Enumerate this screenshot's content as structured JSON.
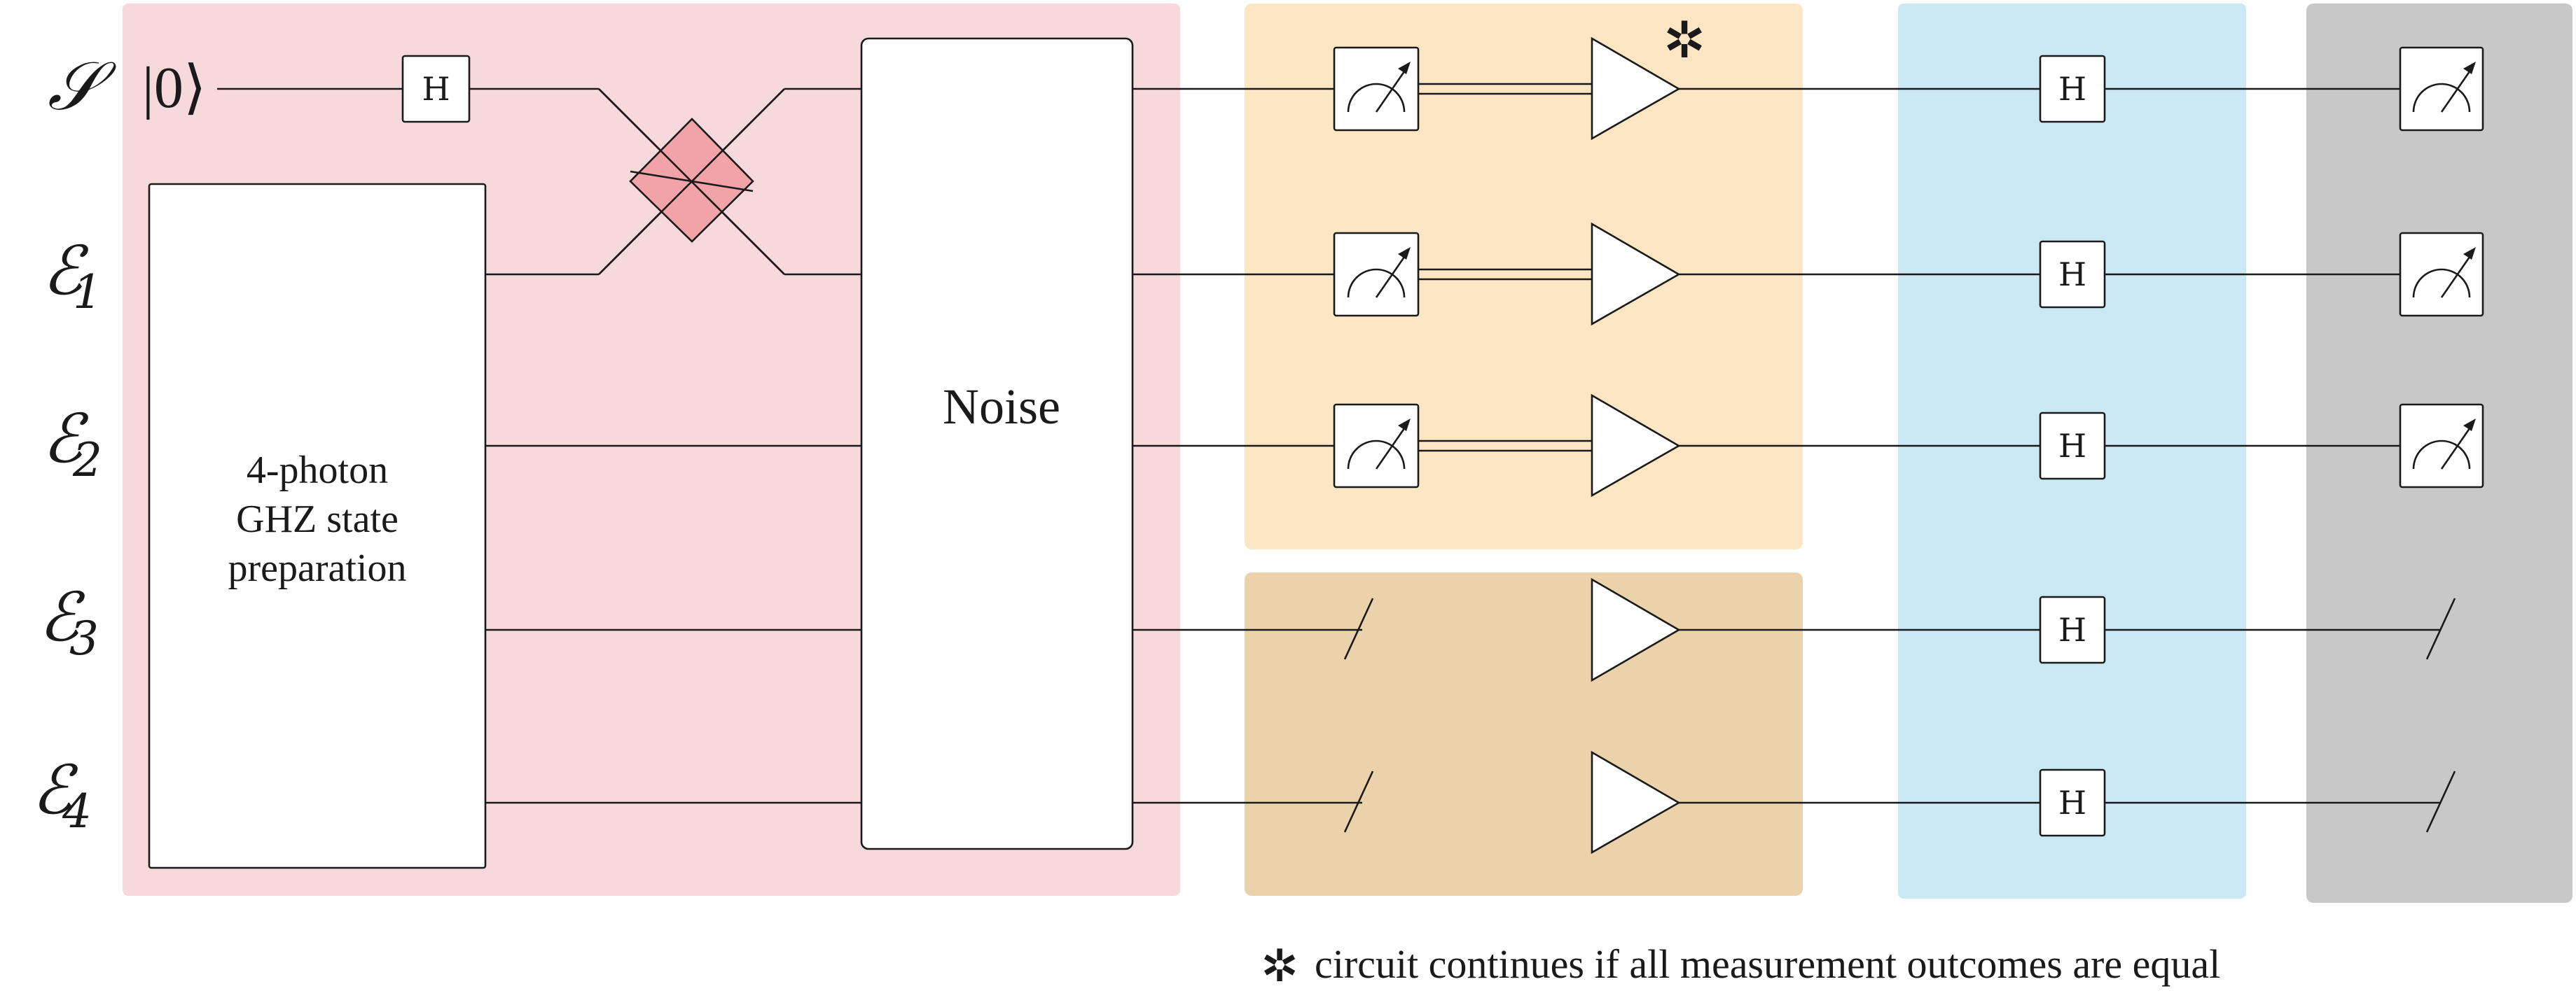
{
  "diagram": {
    "qubits": [
      {
        "symbol": "𝒮",
        "subscript": ""
      },
      {
        "symbol": "ℰ",
        "subscript": "1"
      },
      {
        "symbol": "ℰ",
        "subscript": "2"
      },
      {
        "symbol": "ℰ",
        "subscript": "3"
      },
      {
        "symbol": "ℰ",
        "subscript": "4"
      }
    ],
    "ket": "|0⟩",
    "hadamard_label": "H",
    "ghz_box": {
      "lines": [
        "4-photon",
        "GHZ state",
        "preparation"
      ]
    },
    "noise_box": {
      "label": "Noise"
    },
    "star_symbol": "✲",
    "footnote": "circuit continues if all measurement outcomes are equal",
    "colors": {
      "stage_prep": "#f7d9dc",
      "stage_measure": "#fde6c3",
      "stage_discard": "#ecd2aa",
      "stage_hadamard": "#cbe9f5",
      "stage_final": "#c8c8c8",
      "swap_fill": "#f2a3a8",
      "line": "#1a1a1a"
    }
  }
}
